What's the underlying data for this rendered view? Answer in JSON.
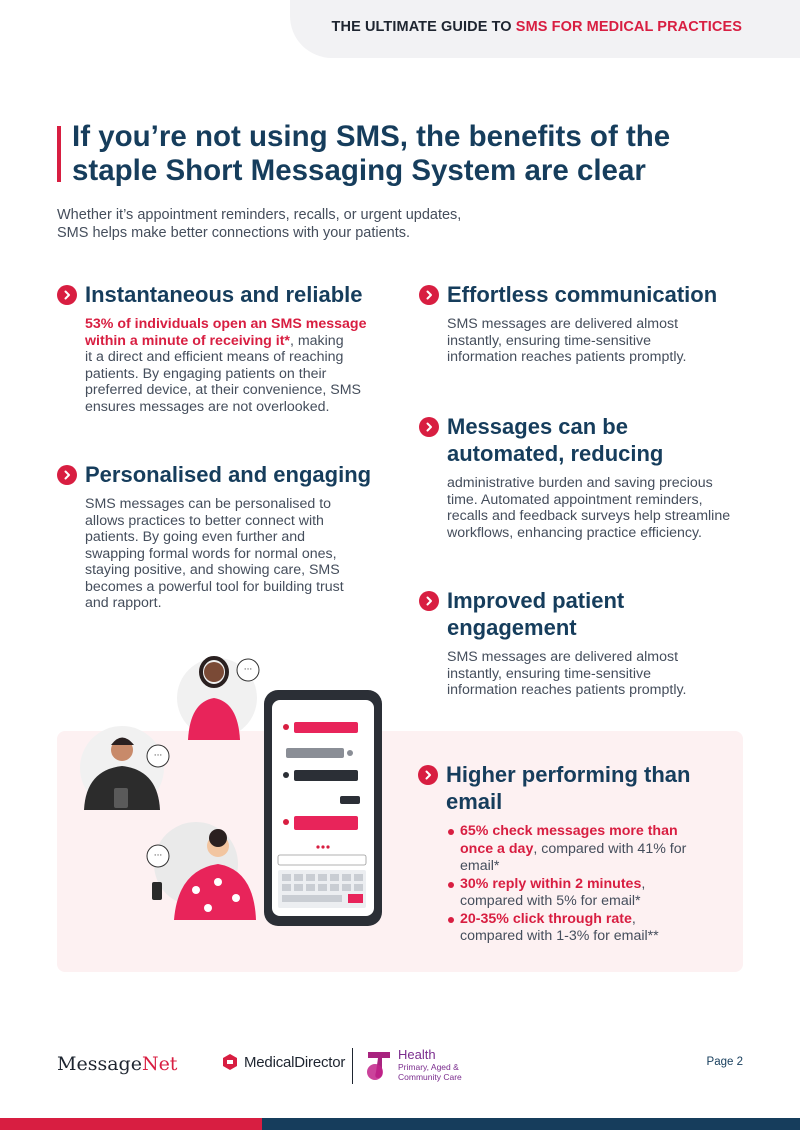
{
  "header": {
    "tab_prefix": "THE ULTIMATE GUIDE TO ",
    "tab_accent": "SMS FOR MEDICAL PRACTICES"
  },
  "title": {
    "line1": "If you’re not using SMS, the benefits of the",
    "line2": "staple Short Messaging System are clear"
  },
  "intro": {
    "line1": "Whether it’s appointment reminders, recalls, or urgent updates,",
    "line2": "SMS helps make better connections with your patients."
  },
  "sections": {
    "instant": {
      "title": "Instantaneous and reliable",
      "hl1": "53% of individuals open an SMS message",
      "hl2": "within a minute of receiving it*",
      "tail2": ", making",
      "l3": "it a direct and efficient means of reaching",
      "l4": "patients. By engaging patients on their",
      "l5": "preferred device, at their convenience, SMS",
      "l6": "ensures messages are not overlooked."
    },
    "personal": {
      "title": "Personalised and engaging",
      "l1": "SMS messages can be personalised to",
      "l2": "allows practices to better connect with",
      "l3": "patients. By going even further and",
      "l4": "swapping formal words for normal ones,",
      "l5": "staying positive, and showing care, SMS",
      "l6": "becomes a powerful tool for building trust",
      "l7": "and rapport."
    },
    "effortless": {
      "title": "Effortless communication",
      "l1": "SMS messages are delivered almost",
      "l2": "instantly, ensuring time-sensitive",
      "l3": "information reaches patients promptly."
    },
    "automated": {
      "title1": "Messages can be",
      "title2": "automated, reducing",
      "l1": "administrative burden and saving precious",
      "l2": "time. Automated appointment reminders,",
      "l3": "recalls and feedback surveys help streamline",
      "l4": "workflows, enhancing practice efficiency."
    },
    "engagement": {
      "title1": "Improved patient",
      "title2": "engagement",
      "l1": "SMS messages are delivered almost",
      "l2": "instantly, ensuring time-sensitive",
      "l3": "information reaches patients promptly."
    },
    "performing": {
      "title1": "Higher performing than",
      "title2": "email",
      "b1_hl1": "65% check messages more than",
      "b1_hl2": "once a day",
      "b1_tail": ", compared with 41% for",
      "b1_l3": "email*",
      "b2_hl": "30% reply within 2 minutes",
      "b2_tail": ",",
      "b2_l2": "compared with 5% for email*",
      "b3_hl": "20-35% click through rate",
      "b3_tail": ",",
      "b3_l2": "compared with 1-3% for email**"
    }
  },
  "footer": {
    "mn_a": "Message",
    "mn_b": "Net",
    "md": "MedicalDirector",
    "th_health": "Health",
    "th_sub1": "Primary, Aged &",
    "th_sub2": "Community Care",
    "page": "Page 2"
  },
  "colors": {
    "accent": "#d81e41",
    "navy": "#163d5c",
    "text": "#454e5c",
    "panel": "#fdf1f2",
    "telstra": "#7b2d8e"
  }
}
